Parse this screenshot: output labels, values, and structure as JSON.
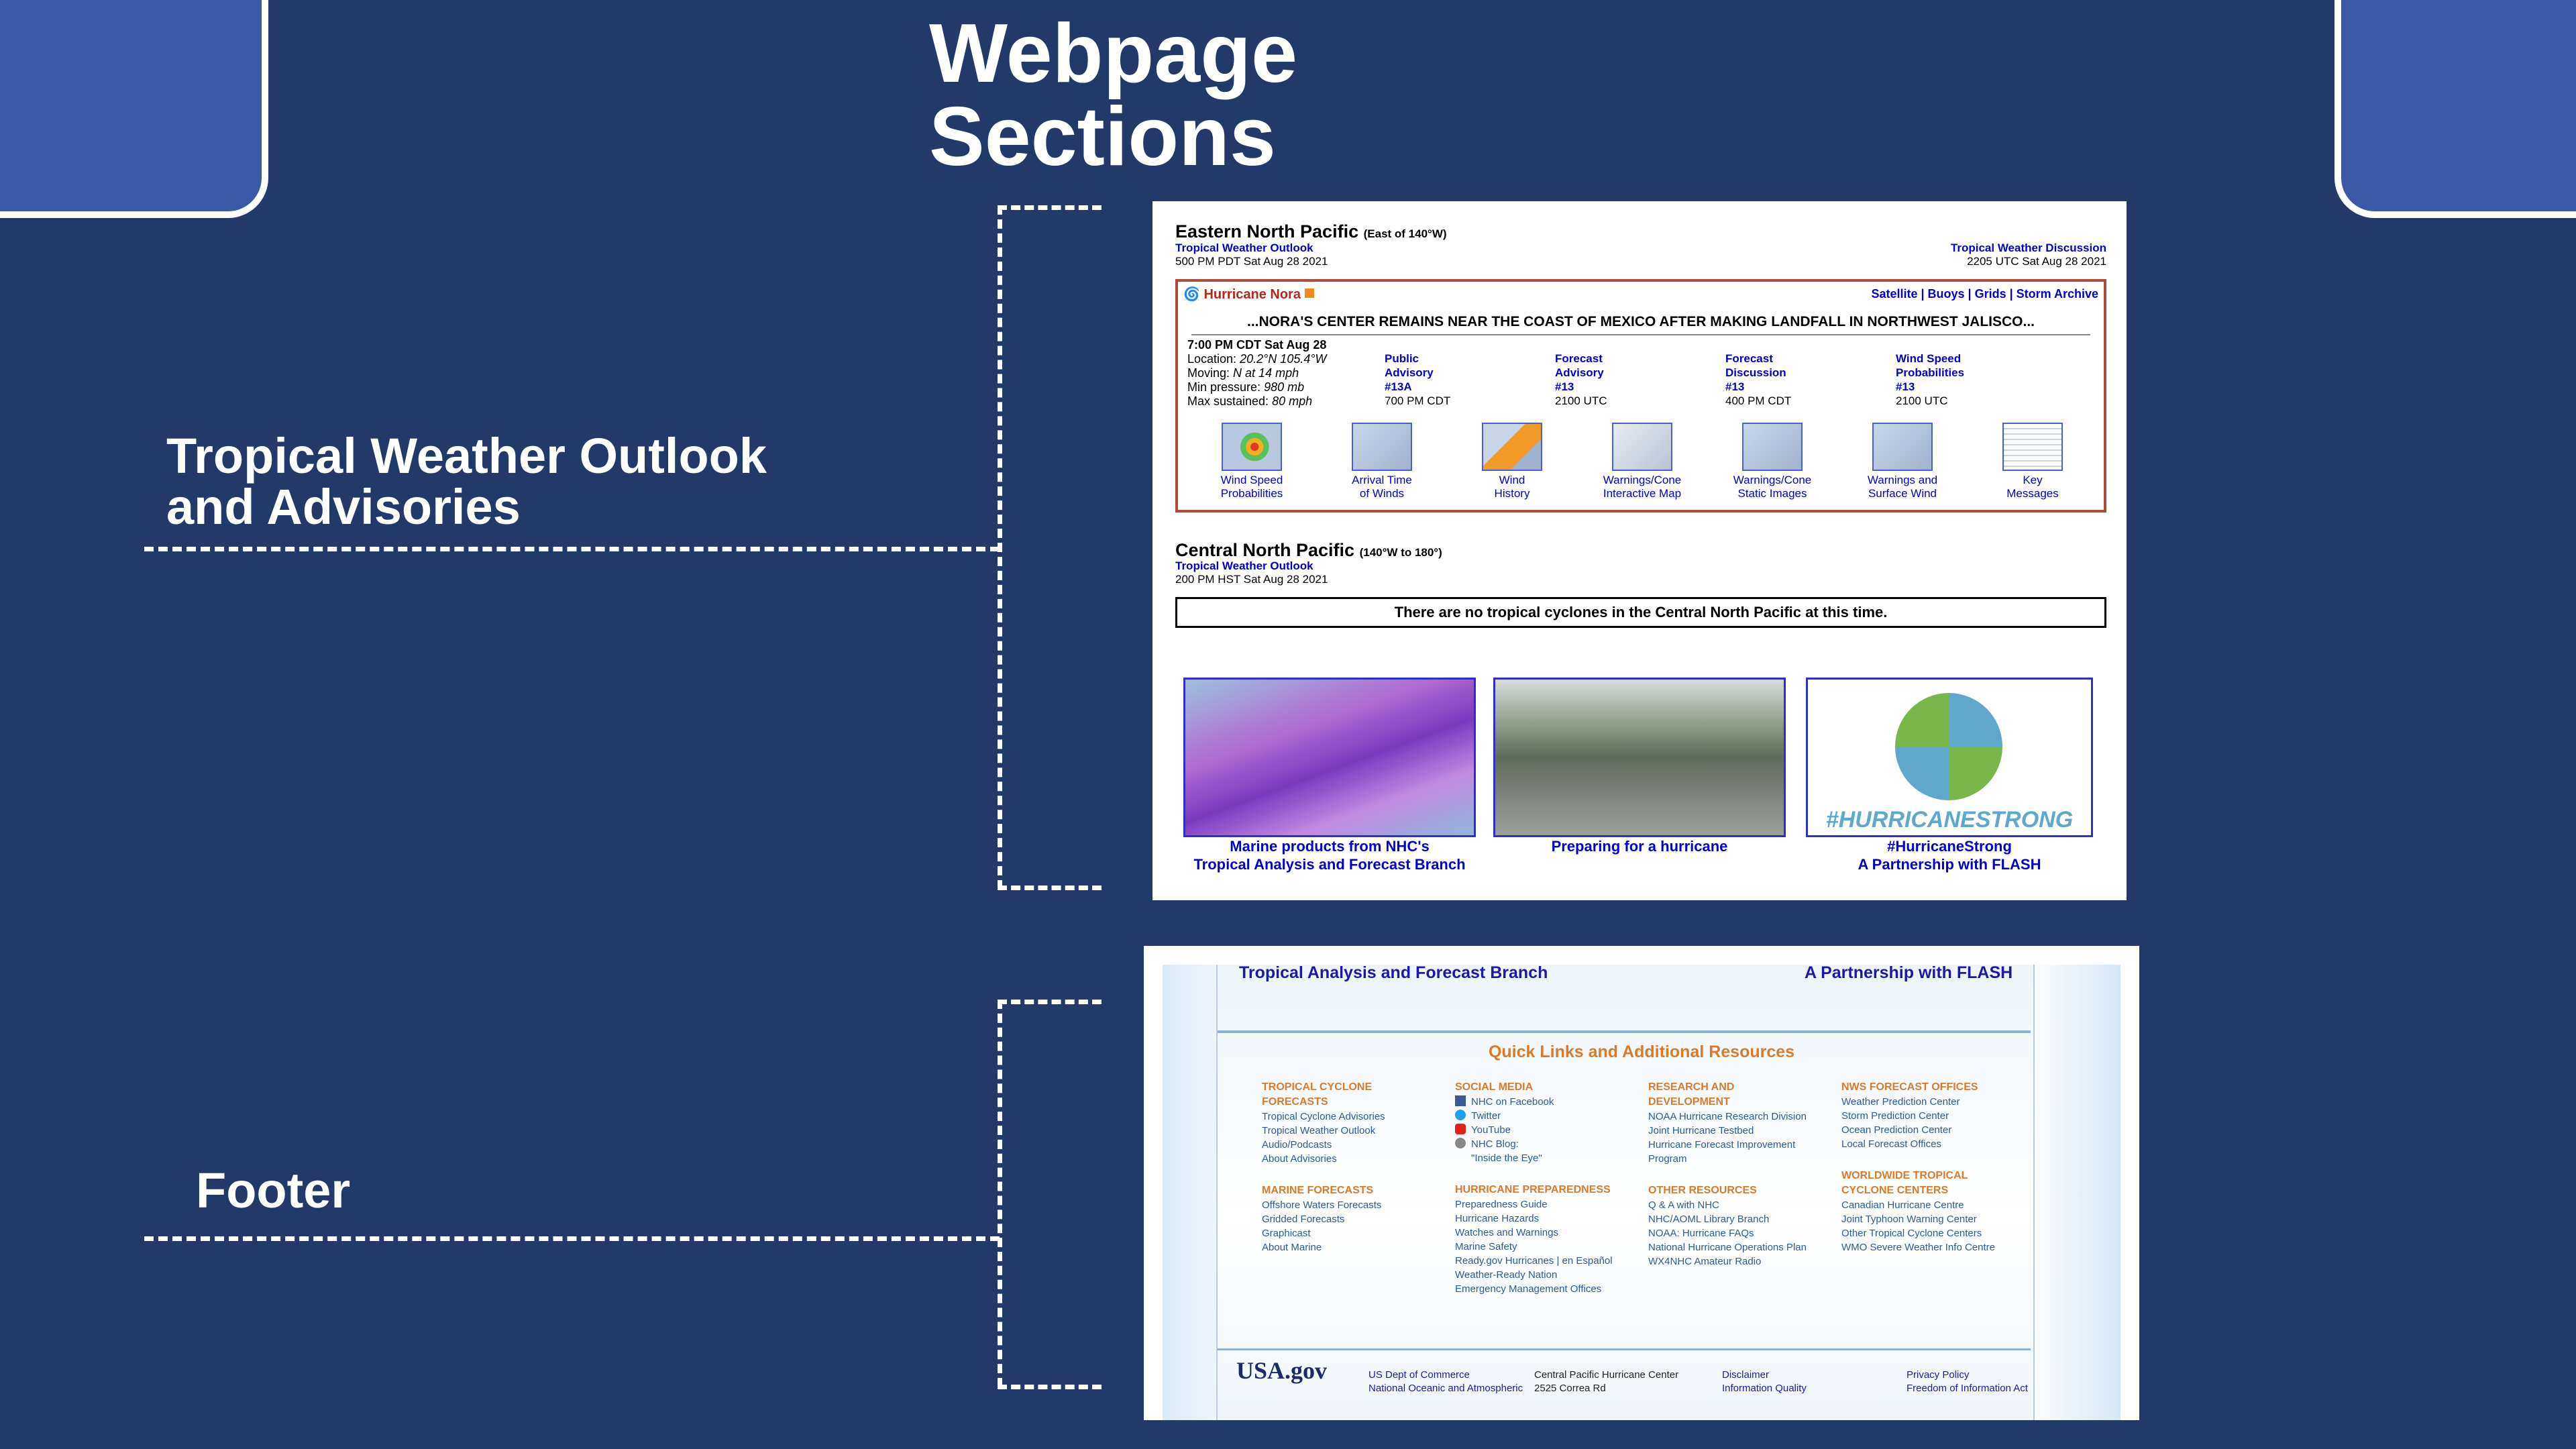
{
  "slide": {
    "title_line1": "Webpage",
    "title_line2": "Sections",
    "label1_line1": "Tropical Weather Outlook",
    "label1_line2": "and Advisories",
    "label2": "Footer"
  },
  "outlook": {
    "eastern": {
      "heading": "Eastern North Pacific",
      "heading_note": "(East of 140°W)",
      "outlook_link": "Tropical Weather Outlook",
      "outlook_time": "500 PM PDT Sat Aug 28 2021",
      "discussion_link": "Tropical Weather Discussion",
      "discussion_time": "2205 UTC Sat Aug 28 2021"
    },
    "storm": {
      "name": "Hurricane Nora",
      "nav": "Satellite | Buoys | Grids | Storm Archive",
      "headline": "...NORA'S CENTER REMAINS NEAR THE COAST OF MEXICO AFTER MAKING LANDFALL IN NORTHWEST JALISCO...",
      "time": "7:00 PM CDT Sat Aug 28",
      "location_label": "Location:",
      "location": "20.2°N 105.4°W",
      "moving_label": "Moving:",
      "moving": "N at 14 mph",
      "pressure_label": "Min pressure:",
      "pressure": "980 mb",
      "sustained_label": "Max sustained:",
      "sustained": "80 mph",
      "advisories": [
        {
          "l1": "Public",
          "l2": "Advisory",
          "l3": "#13A",
          "time": "700 PM CDT"
        },
        {
          "l1": "Forecast",
          "l2": "Advisory",
          "l3": "#13",
          "time": "2100 UTC"
        },
        {
          "l1": "Forecast",
          "l2": "Discussion",
          "l3": "#13",
          "time": "400 PM CDT"
        },
        {
          "l1": "Wind Speed",
          "l2": "Probabilities",
          "l3": "#13",
          "time": "2100 UTC"
        }
      ],
      "products": [
        {
          "l1": "Wind Speed",
          "l2": "Probabilities"
        },
        {
          "l1": "Arrival Time",
          "l2": "of Winds"
        },
        {
          "l1": "Wind",
          "l2": "History"
        },
        {
          "l1": "Warnings/Cone",
          "l2": "Interactive Map"
        },
        {
          "l1": "Warnings/Cone",
          "l2": "Static Images"
        },
        {
          "l1": "Warnings and",
          "l2": "Surface Wind"
        },
        {
          "l1": "Key",
          "l2": "Messages"
        }
      ]
    },
    "central": {
      "heading": "Central North Pacific",
      "heading_note": "(140°W to 180°)",
      "outlook_link": "Tropical Weather Outlook",
      "outlook_time": "200 PM HST Sat Aug 28 2021",
      "no_cyclones": "There are no tropical cyclones in the Central North Pacific at this time."
    },
    "promos": [
      {
        "l1": "Marine products from NHC's",
        "l2": "Tropical Analysis and Forecast Branch"
      },
      {
        "l1": "Preparing for a hurricane",
        "l2": ""
      },
      {
        "l1": "#HurricaneStrong",
        "l2": "A Partnership with FLASH",
        "logo_text": "#HURRICANESTRONG"
      }
    ]
  },
  "footer": {
    "top_left": "Tropical Analysis and Forecast Branch",
    "top_right": "A Partnership with FLASH",
    "quick_links_title": "Quick Links and Additional Resources",
    "col1": {
      "cat1": "TROPICAL CYCLONE FORECASTS",
      "items1": [
        "Tropical Cyclone Advisories",
        "Tropical Weather Outlook",
        "Audio/Podcasts",
        "About Advisories"
      ],
      "cat2": "MARINE FORECASTS",
      "items2": [
        "Offshore Waters Forecasts",
        "Gridded Forecasts",
        "Graphicast",
        "About Marine"
      ]
    },
    "col2": {
      "cat1": "SOCIAL MEDIA",
      "social": [
        "NHC on Facebook",
        "Twitter",
        "YouTube",
        "NHC Blog:",
        "\"Inside the Eye\""
      ],
      "cat2": "HURRICANE PREPAREDNESS",
      "items2": [
        "Preparedness Guide",
        "Hurricane Hazards",
        "Watches and Warnings",
        "Marine Safety",
        "Ready.gov Hurricanes | en Español",
        "Weather-Ready Nation",
        "Emergency Management Offices"
      ]
    },
    "col3": {
      "cat1": "RESEARCH AND DEVELOPMENT",
      "items1": [
        "NOAA Hurricane Research Division",
        "Joint Hurricane Testbed",
        "Hurricane Forecast Improvement",
        "Program"
      ],
      "cat2": "OTHER RESOURCES",
      "items2": [
        "Q & A with NHC",
        "NHC/AOML Library Branch",
        "NOAA: Hurricane FAQs",
        "National Hurricane Operations Plan",
        "WX4NHC Amateur Radio"
      ]
    },
    "col4": {
      "cat1": "NWS FORECAST OFFICES",
      "items1": [
        "Weather Prediction Center",
        "Storm Prediction Center",
        "Ocean Prediction Center",
        "Local Forecast Offices"
      ],
      "cat2": "WORLDWIDE TROPICAL CYCLONE CENTERS",
      "items2": [
        "Canadian Hurricane Centre",
        "Joint Typhoon Warning Center",
        "Other Tropical Cyclone Centers",
        "WMO Severe Weather Info Centre"
      ]
    },
    "usagov": "USA.gov",
    "bottom": {
      "c1": [
        "US Dept of Commerce",
        "National Oceanic and Atmospheric"
      ],
      "c2": [
        "Central Pacific Hurricane Center",
        "2525 Correa Rd"
      ],
      "c3": [
        "Disclaimer",
        "Information Quality"
      ],
      "c4": [
        "Privacy Policy",
        "Freedom of Information Act"
      ]
    }
  },
  "colors": {
    "background": "#23396a",
    "corner": "#3a5aa6",
    "link": "#0000cc",
    "storm_border": "#b24a3a",
    "footer_orange": "#d97a2c"
  }
}
